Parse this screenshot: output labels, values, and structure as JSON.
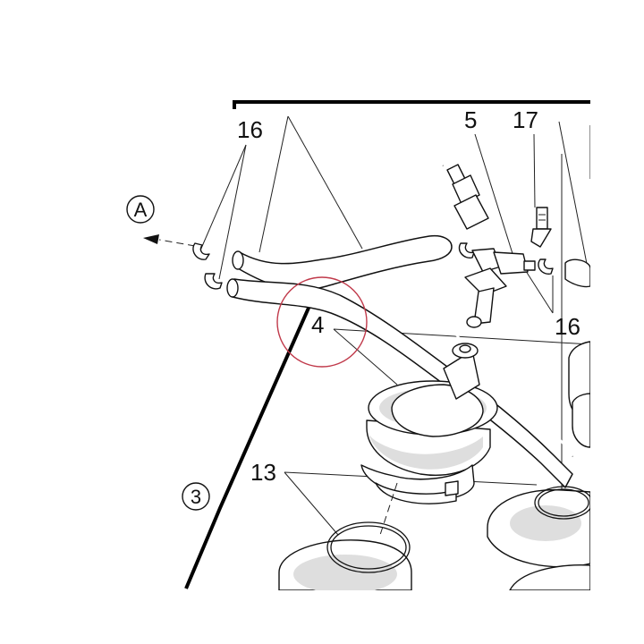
{
  "callouts": {
    "c16_top": "16",
    "c5": "5",
    "c17": "17",
    "c16_right": "16",
    "c4": "4",
    "c13": "13"
  },
  "circled_labels": {
    "a": "A",
    "three": "3"
  },
  "highlight_color": "#c0394a",
  "ink_color": "#111111"
}
